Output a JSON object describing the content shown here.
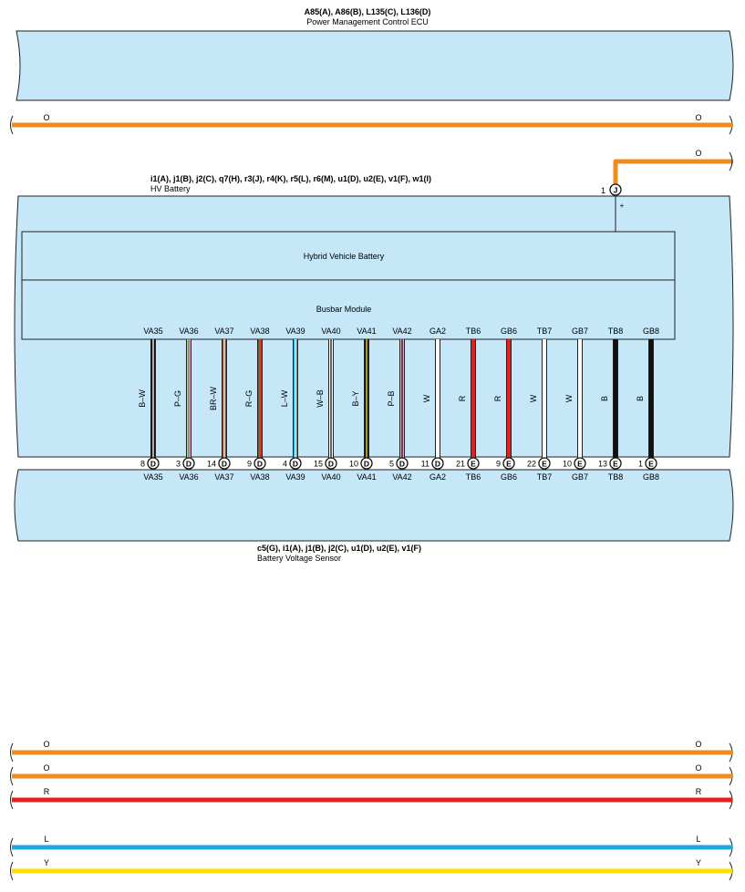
{
  "ecu": {
    "codes": "A85(A), A86(B), L135(C), L136(D)",
    "name": "Power Management Control ECU"
  },
  "ecu_wire_color": "O",
  "hv_battery": {
    "codes": "i1(A), j1(B), j2(C), q7(H), r3(J), r4(K), r5(L), r6(M), u1(D), u2(E), v1(F), w1(I)",
    "name": "HV Battery"
  },
  "hv_battery_inner": {
    "battery_label": "Hybrid Vehicle Battery",
    "busbar_label": "Busbar Module"
  },
  "hv_output": {
    "pin": "1",
    "connector": "J",
    "polarity": "+",
    "wire_color": "O"
  },
  "sensor": {
    "codes": "c5(G), i1(A), j1(B), j2(C), u1(D), u2(E), v1(F)",
    "name": "Battery Voltage Sensor"
  },
  "wires": [
    {
      "name": "VA35",
      "color_code": "B–W",
      "pin": "8",
      "connector": "D",
      "main": "#111111",
      "stripe": "#ffffff"
    },
    {
      "name": "VA36",
      "color_code": "P–G",
      "pin": "3",
      "connector": "D",
      "main": "#f0a6c4",
      "stripe": "#3c9a3c"
    },
    {
      "name": "VA37",
      "color_code": "BR–W",
      "pin": "14",
      "connector": "D",
      "main": "#8a4a22",
      "stripe": "#ffffff"
    },
    {
      "name": "VA38",
      "color_code": "R–G",
      "pin": "9",
      "connector": "D",
      "main": "#e3201b",
      "stripe": "#3c9a3c"
    },
    {
      "name": "VA39",
      "color_code": "L–W",
      "pin": "4",
      "connector": "D",
      "main": "#1ea8e0",
      "stripe": "#ffffff"
    },
    {
      "name": "VA40",
      "color_code": "W–B",
      "pin": "15",
      "connector": "D",
      "main": "#ffffff",
      "stripe": "#111111"
    },
    {
      "name": "VA41",
      "color_code": "B–Y",
      "pin": "10",
      "connector": "D",
      "main": "#111111",
      "stripe": "#ffe000"
    },
    {
      "name": "VA42",
      "color_code": "P–B",
      "pin": "5",
      "connector": "D",
      "main": "#f0a6c4",
      "stripe": "#111111"
    },
    {
      "name": "GA2",
      "color_code": "W",
      "pin": "11",
      "connector": "D",
      "main": "#ffffff",
      "stripe": ""
    },
    {
      "name": "TB6",
      "color_code": "R",
      "pin": "21",
      "connector": "E",
      "main": "#e3201b",
      "stripe": ""
    },
    {
      "name": "GB6",
      "color_code": "R",
      "pin": "9",
      "connector": "E",
      "main": "#e3201b",
      "stripe": ""
    },
    {
      "name": "TB7",
      "color_code": "W",
      "pin": "22",
      "connector": "E",
      "main": "#ffffff",
      "stripe": ""
    },
    {
      "name": "GB7",
      "color_code": "W",
      "pin": "10",
      "connector": "E",
      "main": "#ffffff",
      "stripe": ""
    },
    {
      "name": "TB8",
      "color_code": "B",
      "pin": "13",
      "connector": "E",
      "main": "#111111",
      "stripe": ""
    },
    {
      "name": "GB8",
      "color_code": "B",
      "pin": "1",
      "connector": "E",
      "main": "#111111",
      "stripe": ""
    }
  ],
  "bottom_lines": [
    {
      "label": "O",
      "color": "#f08c1e"
    },
    {
      "label": "O",
      "color": "#f08c1e"
    },
    {
      "label": "R",
      "color": "#e3201b"
    },
    {
      "label": "L",
      "color": "#1ea8e0"
    },
    {
      "label": "Y",
      "color": "#ffe000"
    }
  ],
  "colors": {
    "component_fill": "#c5e7f8",
    "outline": "#222222",
    "orange": "#f08c1e"
  }
}
